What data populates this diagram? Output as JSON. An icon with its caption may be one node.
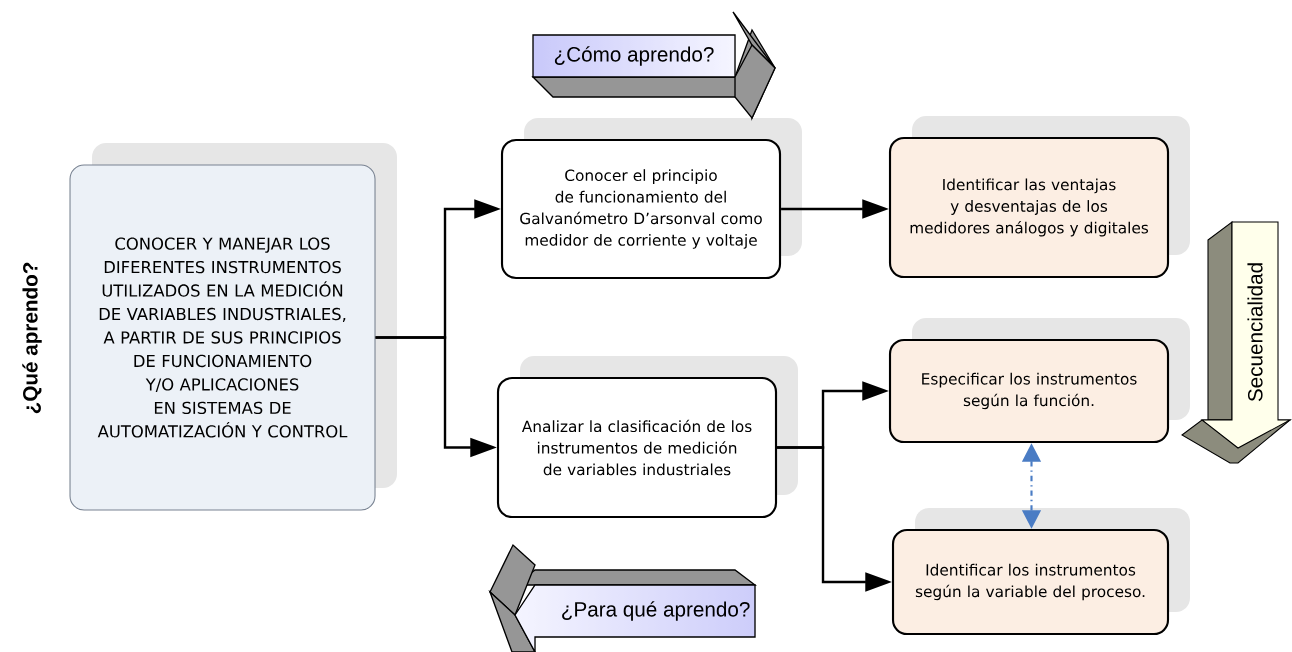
{
  "diagram": {
    "nodes": [
      {
        "text": [
          "CONOCER Y MANEJAR LOS DIFERENTES INSTRUMENTOS UTILIZADOS EN LA MEDICIÓN DE VARIABLES INDUSTRIALES, A PARTIR DE SUS PRINCIPIOS DE FUNCIONAMIENTO Y/O APLICACIONES EN SISTEMAS DE AUTOMATIZACIÓN Y CONTROL"
        ]
      },
      {
        "text": [
          "¿Cómo aprendo?"
        ]
      },
      {
        "text": [
          "Conocer el principio de funcionamiento del Galvanómetro D’arsonval como medidor de corriente y voltaje"
        ]
      },
      {
        "text": [
          "Identificar las ventajas y desventajas de los medidores análogos y digitales"
        ]
      },
      {
        "text": [
          "Secuencialidad"
        ]
      },
      {
        "text": [
          "Especificar los instrumentos según la función."
        ]
      },
      {
        "text": [
          "Analizar la clasificación de los instrumentos de medición de variables industriales"
        ]
      },
      {
        "text": [
          "Identificar los instrumentos según la variable del proceso."
        ]
      },
      {
        "text": [
          "¿Para qué aprendo?"
        ]
      }
    ],
    "edges": [
      {
        "from": 0,
        "to": 2,
        "arrow": "to"
      },
      {
        "from": 0,
        "to": 6,
        "arrow": "to"
      },
      {
        "from": 2,
        "to": 3,
        "arrow": "to"
      },
      {
        "from": 6,
        "to": 5,
        "arrow": "to"
      },
      {
        "from": 6,
        "to": 7,
        "arrow": "to"
      },
      {
        "from": 5,
        "to": 7,
        "arrow": "both",
        "style": "dashed",
        "color": "#4a7cc4"
      }
    ],
    "labels": [
      "¿Qué aprendo?"
    ]
  }
}
